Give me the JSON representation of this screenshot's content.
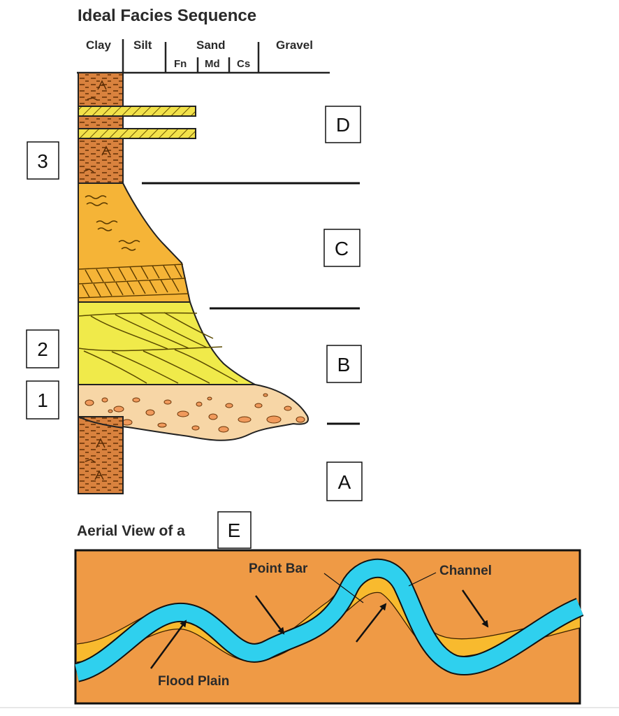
{
  "title": "Ideal Facies Sequence",
  "grain_size": {
    "clay": "Clay",
    "silt": "Silt",
    "sand": "Sand",
    "fine": "Fn",
    "medium": "Md",
    "coarse": "Cs",
    "gravel": "Gravel"
  },
  "facies_boxes": [
    "D",
    "C",
    "B",
    "A"
  ],
  "number_boxes": [
    "3",
    "2",
    "1"
  ],
  "aerial_title": "Aerial View of a",
  "aerial_box": "E",
  "map_labels": {
    "point_bar": "Point Bar",
    "channel": "Channel",
    "flood_plain": "Flood Plain"
  },
  "colors": {
    "clay": "#d9823e",
    "sand_c": "#f5b437",
    "sand_b": "#f0ea4a",
    "gravel": "#f7d6a6",
    "pebble": "#f09a5c",
    "thin_sand": "#f2e24a",
    "map_bg": "#ef9a45",
    "point_bar": "#f8ba2e",
    "channel": "#2fd0ee"
  }
}
